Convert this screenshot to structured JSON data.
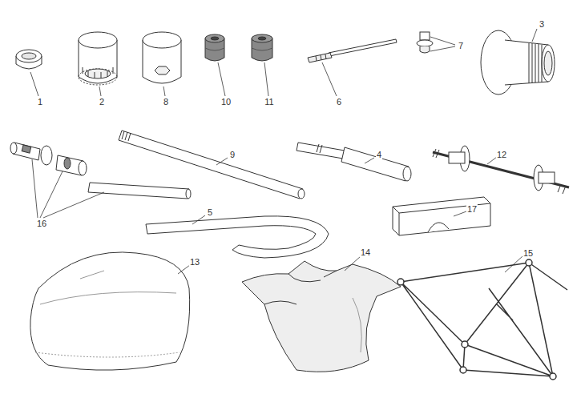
{
  "diagram": {
    "labels": [
      "1",
      "2",
      "8",
      "10",
      "11",
      "6",
      "7",
      "3",
      "9",
      "4",
      "12",
      "16",
      "5",
      "17",
      "13",
      "14",
      "15"
    ]
  }
}
